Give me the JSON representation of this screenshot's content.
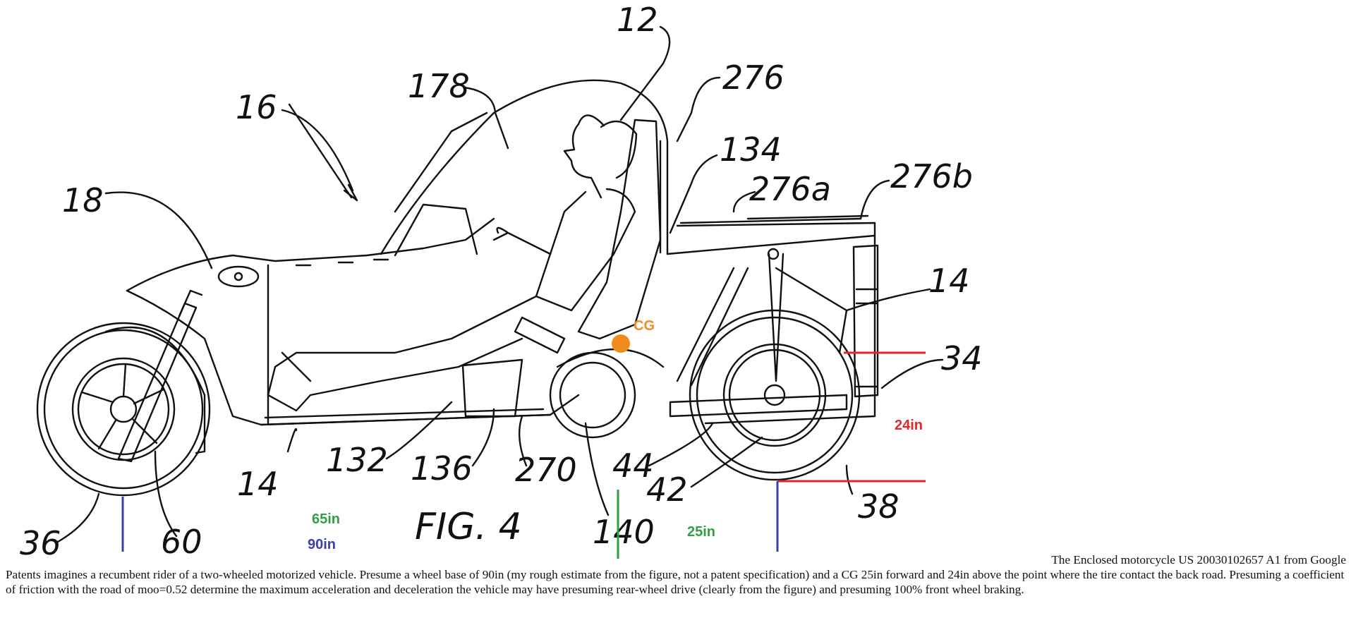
{
  "figure": {
    "title": "FIG. 4",
    "ref_labels": {
      "n12": "12",
      "n16": "16",
      "n178": "178",
      "n276": "276",
      "n134": "134",
      "n276a": "276a",
      "n276b": "276b",
      "n18": "18",
      "n14_top": "14",
      "n34": "34",
      "n14_bottom": "14",
      "n132": "132",
      "n136": "136",
      "n270": "270",
      "n44": "44",
      "n42": "42",
      "n38": "38",
      "n36": "36",
      "n60": "60",
      "n140": "140"
    },
    "annotations": {
      "cg": "CG",
      "height": "24in",
      "front_dist": "65in",
      "wheelbase": "90in",
      "cg_dist": "25in"
    },
    "colors": {
      "cg": "#f28a1e",
      "height": "#e3262b",
      "front_dist": "#2ea043",
      "wheelbase": "#3b3fa6",
      "cg_dist": "#2ea043",
      "line_art": "#111111"
    }
  },
  "caption": {
    "title_line": "The Enclosed motorcycle US 20030102657 A1 from Google",
    "body": "Patents imagines a recumbent rider of a two-wheeled motorized vehicle. Presume a wheel base of 90in (my rough estimate from the figure, not a patent specification) and a CG 25in forward and 24in above the point where the tire contact the back road. Presuming a coefficient of friction with the road of moo=0.52 determine the maximum acceleration and deceleration the vehicle may have presuming rear-wheel drive (clearly from the figure) and presuming 100% front wheel braking."
  }
}
